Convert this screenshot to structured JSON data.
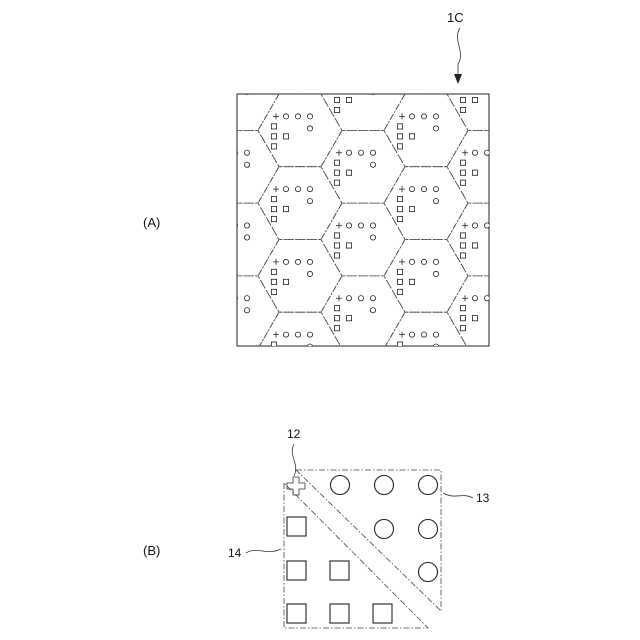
{
  "figure": {
    "panel_a": {
      "label": "(A)",
      "ref_label": "1C"
    },
    "panel_b": {
      "label": "(B)",
      "ref_cross": "12",
      "ref_circles": "13",
      "ref_squares": "14"
    }
  }
}
